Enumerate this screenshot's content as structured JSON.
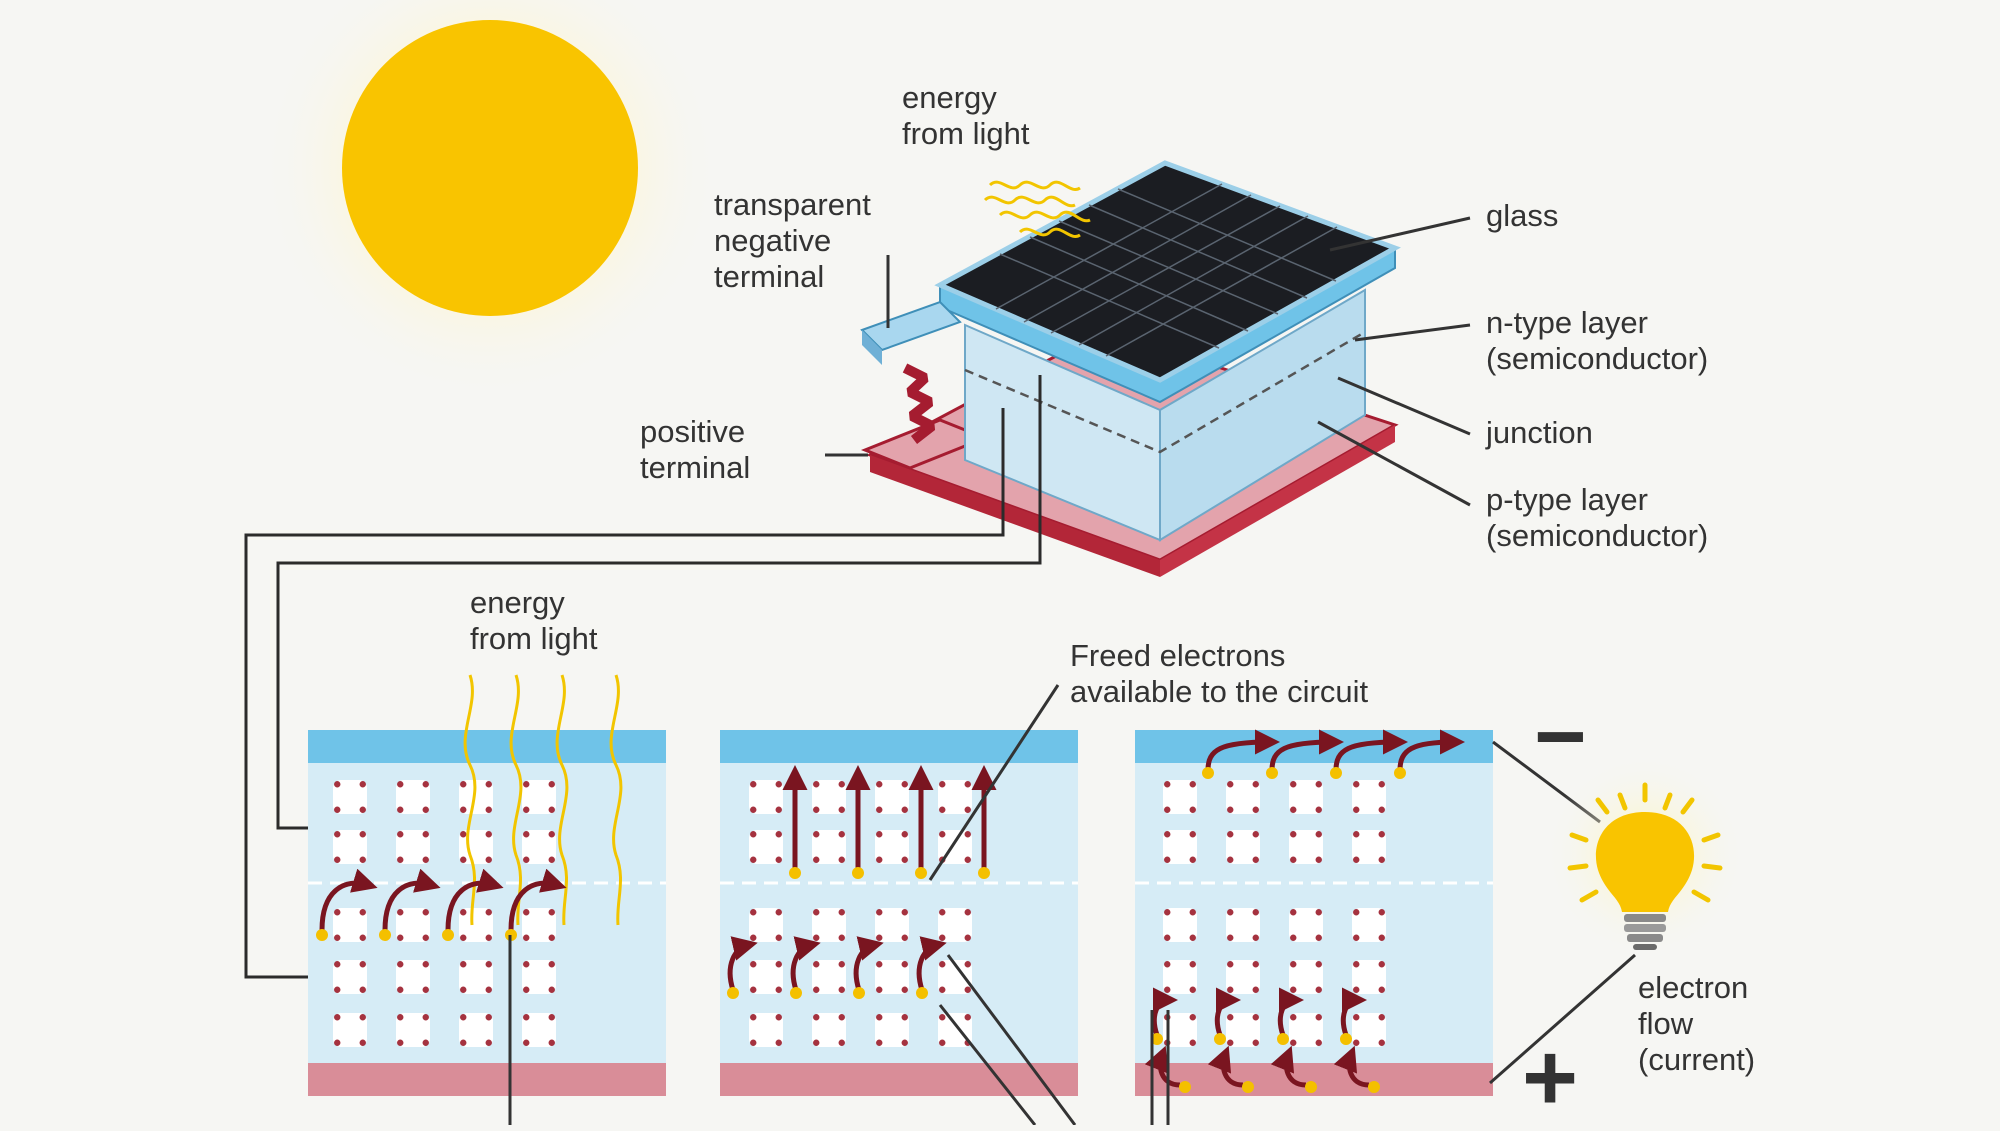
{
  "labels": {
    "energy_top": "energy\nfrom light",
    "transparent_terminal": "transparent\nnegative\nterminal",
    "glass": "glass",
    "n_type": "n-type layer\n(semiconductor)",
    "junction": "junction",
    "p_type": "p-type layer\n(semiconductor)",
    "positive_terminal": "positive\nterminal",
    "energy_bottom": "energy\nfrom light",
    "freed_electrons": "Freed electrons\navailable to the circuit",
    "electron_flow": "electron\nflow\n(current)"
  },
  "symbols": {
    "minus": "−",
    "plus": "+"
  },
  "icons": [
    "sun-icon",
    "light-bulb-icon",
    "solar-cell-icon"
  ],
  "colors": {
    "sun": "#f9c400",
    "n_layer": "#6fc3e8",
    "p_layer": "#d98d98",
    "cell_body": "#d6ecf6",
    "panel": "#1b1d22",
    "electron_arrow": "#7a1520",
    "hole_dot": "#f4c000"
  }
}
